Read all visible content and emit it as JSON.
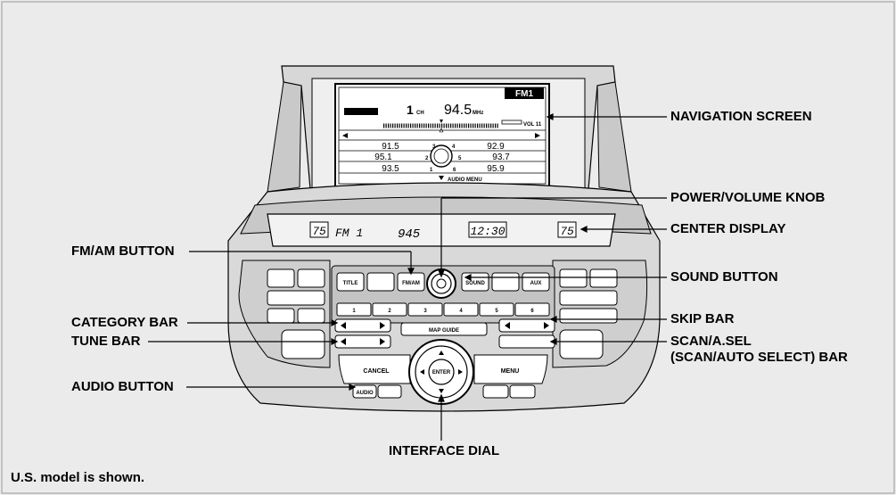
{
  "callouts": {
    "navigation_screen": "NAVIGATION SCREEN",
    "power_volume_knob": "POWER/VOLUME KNOB",
    "center_display": "CENTER DISPLAY",
    "fm_am_button": "FM/AM BUTTON",
    "sound_button": "SOUND BUTTON",
    "category_bar": "CATEGORY BAR",
    "skip_bar": "SKIP BAR",
    "tune_bar": "TUNE BAR",
    "scan_asel_line1": "SCAN/A.SEL",
    "scan_asel_line2": "(SCAN/AUTO SELECT) BAR",
    "audio_button": "AUDIO BUTTON",
    "interface_dial": "INTERFACE DIAL"
  },
  "footnote": "U.S. model is shown.",
  "nav_screen": {
    "band": "FM1",
    "channel": "1",
    "channel_unit": "CH",
    "frequency": "94.5",
    "freq_unit": "MHz",
    "volume": "VOL 11",
    "presets_left": [
      "91.5",
      "95.1",
      "93.5"
    ],
    "presets_right": [
      "92.9",
      "93.7",
      "95.9"
    ],
    "preset_numbers": [
      "3",
      "4",
      "2",
      "5",
      "1",
      "6"
    ],
    "audio_menu": "AUDIO MENU"
  },
  "center_display": {
    "left_temp": "75",
    "band": "FM 1",
    "frequency": "945",
    "clock": "12:30",
    "right_temp": "75"
  },
  "buttons": {
    "title": "TITLE",
    "fm_am": "FM/AM",
    "sound": "SOUND",
    "aux": "AUX",
    "enter": "ENTER",
    "audio": "AUDIO",
    "cancel": "CANCEL",
    "menu": "MENU",
    "map_guide": "MAP  GUIDE",
    "presets": [
      "1",
      "2",
      "3",
      "4",
      "5",
      "6"
    ]
  }
}
